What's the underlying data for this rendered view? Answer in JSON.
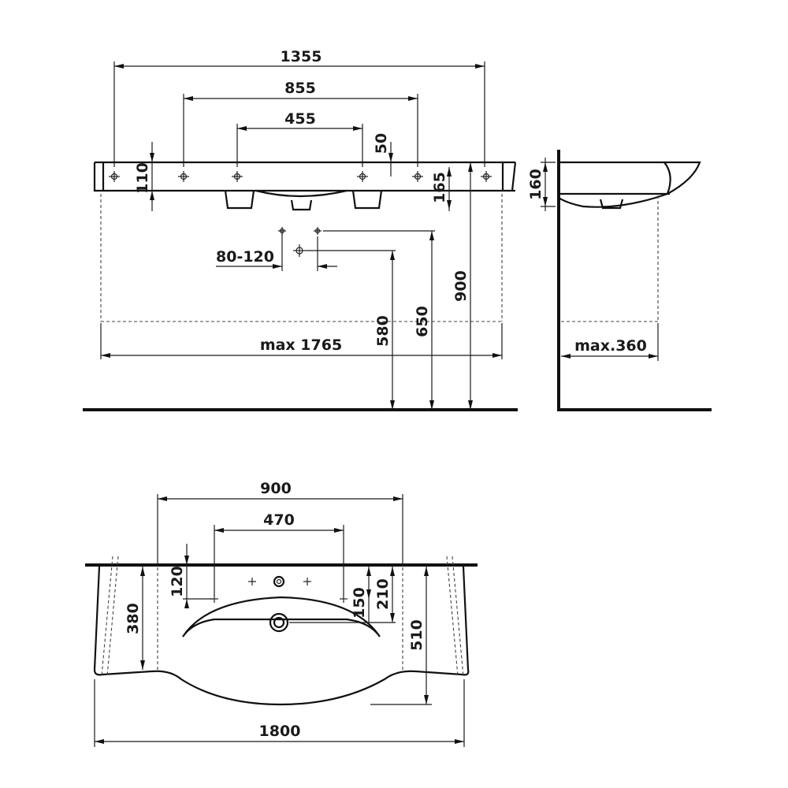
{
  "front_view": {
    "overall_mount_width": "1355",
    "middle_mount_width": "855",
    "inner_mount_width": "455",
    "mount_offset": "50",
    "mount_hole_height": "110",
    "basin_depth": "165",
    "waste_spacing": "80-120",
    "max_width": "max 1765",
    "height_580": "580",
    "height_650": "650",
    "height_900": "900"
  },
  "side_view": {
    "rim_height": "160",
    "max_depth": "max.360"
  },
  "top_view": {
    "width_900": "900",
    "width_470": "470",
    "depth_120": "120",
    "depth_150": "150",
    "depth_210": "210",
    "depth_380": "380",
    "depth_510": "510",
    "total_width": "1800"
  }
}
